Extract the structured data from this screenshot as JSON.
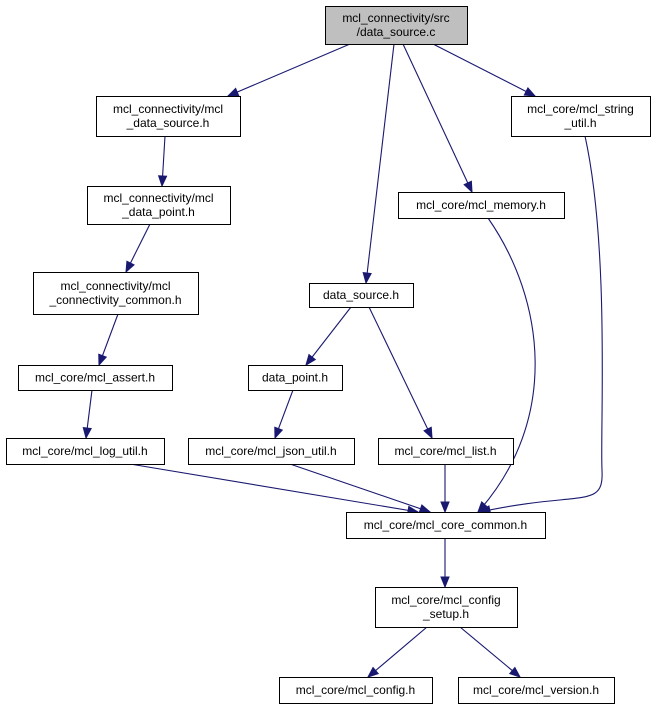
{
  "diagram": {
    "colors": {
      "edge": "#191970",
      "root_fill": "#bfbfbf",
      "node_fill": "#ffffff",
      "border": "#000000"
    },
    "nodes": [
      {
        "id": "root",
        "lines": [
          "mcl_connectivity/src",
          "/data_source.c"
        ],
        "root": true
      },
      {
        "id": "mcl_data_source_h",
        "lines": [
          "mcl_connectivity/mcl",
          "_data_source.h"
        ]
      },
      {
        "id": "mcl_string_util_h",
        "lines": [
          "mcl_core/mcl_string",
          "_util.h"
        ]
      },
      {
        "id": "mcl_data_point_h",
        "lines": [
          "mcl_connectivity/mcl",
          "_data_point.h"
        ]
      },
      {
        "id": "mcl_memory_h",
        "lines": [
          "mcl_core/mcl_memory.h"
        ]
      },
      {
        "id": "mcl_connectivity_common_h",
        "lines": [
          "mcl_connectivity/mcl",
          "_connectivity_common.h"
        ]
      },
      {
        "id": "data_source_h",
        "lines": [
          "data_source.h"
        ]
      },
      {
        "id": "mcl_assert_h",
        "lines": [
          "mcl_core/mcl_assert.h"
        ]
      },
      {
        "id": "data_point_h",
        "lines": [
          "data_point.h"
        ]
      },
      {
        "id": "mcl_log_util_h",
        "lines": [
          "mcl_core/mcl_log_util.h"
        ]
      },
      {
        "id": "mcl_json_util_h",
        "lines": [
          "mcl_core/mcl_json_util.h"
        ]
      },
      {
        "id": "mcl_list_h",
        "lines": [
          "mcl_core/mcl_list.h"
        ]
      },
      {
        "id": "mcl_core_common_h",
        "lines": [
          "mcl_core/mcl_core_common.h"
        ]
      },
      {
        "id": "mcl_config_setup_h",
        "lines": [
          "mcl_core/mcl_config",
          "_setup.h"
        ]
      },
      {
        "id": "mcl_config_h",
        "lines": [
          "mcl_core/mcl_config.h"
        ]
      },
      {
        "id": "mcl_version_h",
        "lines": [
          "mcl_core/mcl_version.h"
        ]
      }
    ],
    "edges": [
      {
        "from": "root",
        "to": "mcl_data_source_h"
      },
      {
        "from": "root",
        "to": "data_source_h"
      },
      {
        "from": "root",
        "to": "mcl_memory_h"
      },
      {
        "from": "root",
        "to": "mcl_string_util_h"
      },
      {
        "from": "mcl_data_source_h",
        "to": "mcl_data_point_h"
      },
      {
        "from": "mcl_data_point_h",
        "to": "mcl_connectivity_common_h"
      },
      {
        "from": "mcl_connectivity_common_h",
        "to": "mcl_assert_h"
      },
      {
        "from": "mcl_assert_h",
        "to": "mcl_log_util_h"
      },
      {
        "from": "mcl_log_util_h",
        "to": "mcl_core_common_h"
      },
      {
        "from": "data_source_h",
        "to": "data_point_h"
      },
      {
        "from": "data_source_h",
        "to": "mcl_list_h"
      },
      {
        "from": "data_point_h",
        "to": "mcl_json_util_h"
      },
      {
        "from": "mcl_json_util_h",
        "to": "mcl_core_common_h"
      },
      {
        "from": "mcl_list_h",
        "to": "mcl_core_common_h"
      },
      {
        "from": "mcl_memory_h",
        "to": "mcl_core_common_h"
      },
      {
        "from": "mcl_string_util_h",
        "to": "mcl_core_common_h"
      },
      {
        "from": "mcl_core_common_h",
        "to": "mcl_config_setup_h"
      },
      {
        "from": "mcl_config_setup_h",
        "to": "mcl_config_h"
      },
      {
        "from": "mcl_config_setup_h",
        "to": "mcl_version_h"
      }
    ]
  }
}
